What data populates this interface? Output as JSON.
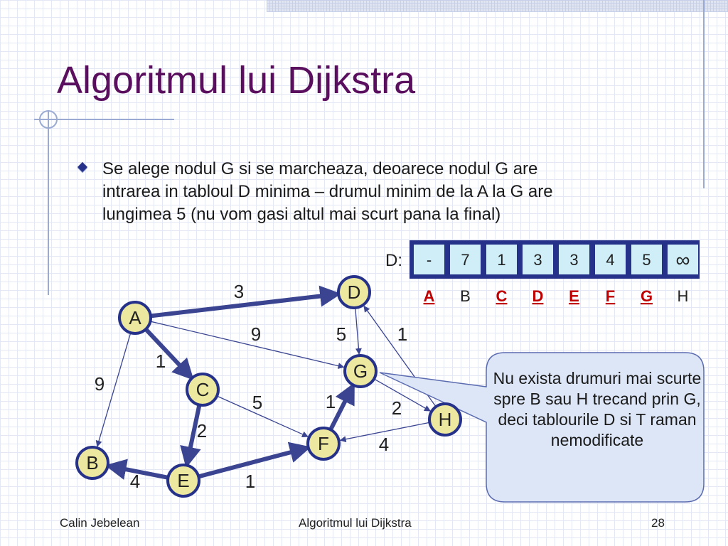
{
  "slide": {
    "title": "Algoritmul lui Dijkstra",
    "bullet": "Se alege nodul G si se marcheaza, deoarece nodul G are intrarea in tabloul D minima – drumul minim de la A la G are lungimea 5 (nu vom gasi altul mai scurt pana la final)",
    "callout": "Nu exista drumuri mai scurte spre B sau H trecand prin G, deci tablourile D si T raman nemodificate"
  },
  "table": {
    "label": "D:",
    "cells": [
      "-",
      "7",
      "1",
      "3",
      "3",
      "4",
      "5",
      "∞"
    ],
    "nodes": [
      "A",
      "B",
      "C",
      "D",
      "E",
      "F",
      "G",
      "H"
    ],
    "marked": [
      true,
      false,
      true,
      true,
      true,
      true,
      true,
      false
    ]
  },
  "graph": {
    "nodes": [
      {
        "id": "A",
        "label": "A",
        "color": "#ece8a0"
      },
      {
        "id": "B",
        "label": "B",
        "color": "#ece8a0"
      },
      {
        "id": "C",
        "label": "C",
        "color": "#ece8a0"
      },
      {
        "id": "D",
        "label": "D",
        "color": "#ece8a0"
      },
      {
        "id": "E",
        "label": "E",
        "color": "#ece8a0"
      },
      {
        "id": "F",
        "label": "F",
        "color": "#ece8a0"
      },
      {
        "id": "G",
        "label": "G",
        "color": "#ece8a0"
      },
      {
        "id": "H",
        "label": "H",
        "color": "#ece8a0"
      }
    ],
    "edges": [
      {
        "from": "A",
        "to": "D",
        "weight": "3",
        "bold": true
      },
      {
        "from": "A",
        "to": "G",
        "weight": "9",
        "bold": false
      },
      {
        "from": "A",
        "to": "C",
        "weight": "1",
        "bold": true
      },
      {
        "from": "A",
        "to": "B",
        "weight": "9",
        "bold": false
      },
      {
        "from": "C",
        "to": "E",
        "weight": "2",
        "bold": true
      },
      {
        "from": "C",
        "to": "F",
        "weight": "5",
        "bold": false
      },
      {
        "from": "E",
        "to": "B",
        "weight": "4",
        "bold": true
      },
      {
        "from": "E",
        "to": "F",
        "weight": "1",
        "bold": true
      },
      {
        "from": "F",
        "to": "G",
        "weight": "1",
        "bold": true
      },
      {
        "from": "D",
        "to": "G",
        "weight": "5",
        "bold": false
      },
      {
        "from": "H",
        "to": "D",
        "weight": "1",
        "bold": false
      },
      {
        "from": "G",
        "to": "H",
        "weight": "2",
        "bold": false
      },
      {
        "from": "H",
        "to": "F",
        "weight": "4",
        "bold": false
      }
    ]
  },
  "colors": {
    "title": "#5a0e5e",
    "border": "#26328a",
    "cell": "#cfeef8",
    "node": "#ece8a0",
    "marked_label": "#c00000",
    "callout_fill": "#dde6f6",
    "callout_stroke": "#5b6bb0"
  },
  "footer": {
    "author": "Calin Jebelean",
    "title": "Algoritmul lui Dijkstra",
    "page": "28"
  }
}
